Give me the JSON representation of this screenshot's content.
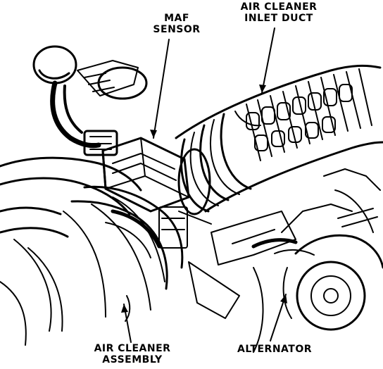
{
  "labels": {
    "maf_sensor": [
      "MAF",
      "SENSOR"
    ],
    "inlet_duct": [
      "AIR CLEANER",
      "INLET DUCT"
    ],
    "air_cleaner_assembly": [
      "AIR CLEANER",
      "ASSEMBLY"
    ],
    "alternator": [
      "ALTERNATOR"
    ]
  },
  "colors": {
    "ink": "#000000",
    "paper": "#ffffff"
  }
}
